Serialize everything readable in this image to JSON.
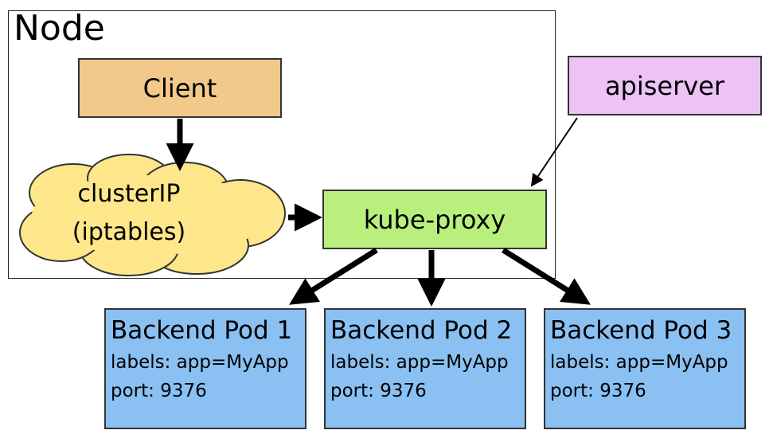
{
  "node": {
    "title": "Node"
  },
  "client": {
    "label": "Client"
  },
  "cluster_ip": {
    "line1": "clusterIP",
    "line2": "(iptables)"
  },
  "kube_proxy": {
    "label": "kube-proxy"
  },
  "apiserver": {
    "label": "apiserver"
  },
  "pods": [
    {
      "title": "Backend Pod 1",
      "labels": "labels: app=MyApp",
      "port": "port: 9376"
    },
    {
      "title": "Backend Pod 2",
      "labels": "labels: app=MyApp",
      "port": "port: 9376"
    },
    {
      "title": "Backend Pod 3",
      "labels": "labels: app=MyApp",
      "port": "port: 9376"
    }
  ],
  "colors": {
    "client": "#f2c98a",
    "cloud": "#fde78a",
    "kube_proxy": "#b9f07d",
    "apiserver": "#ecc3f4",
    "pod": "#8ac0f2"
  }
}
